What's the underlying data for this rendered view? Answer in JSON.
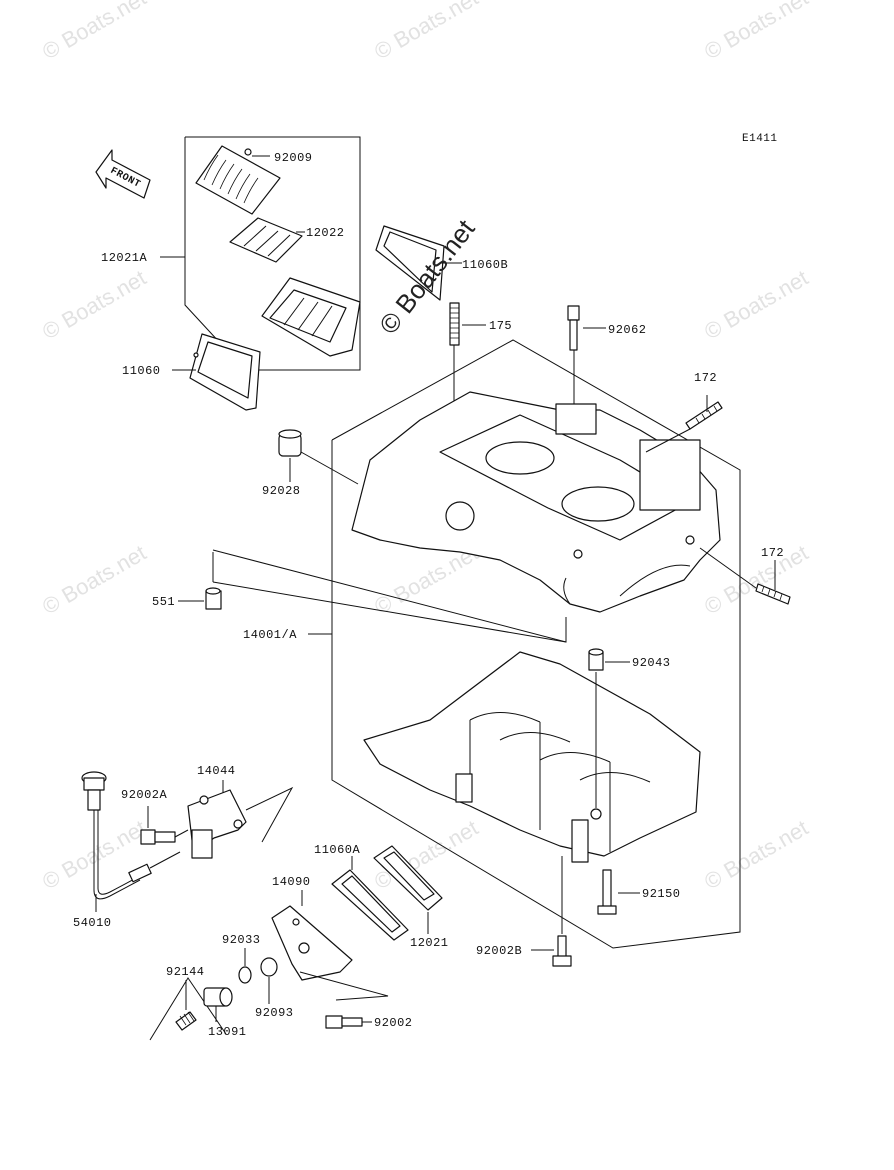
{
  "diagram_code": "E1411",
  "front_label": "FRONT",
  "watermark": "© Boats.net",
  "overlay_watermark": "© Boats.net",
  "parts": {
    "p92009": "92009",
    "p12022": "12022",
    "p12021A": "12021A",
    "p11060B": "11060B",
    "p175": "175",
    "p92062": "92062",
    "p11060": "11060",
    "p172a": "172",
    "p92028": "92028",
    "p172b": "172",
    "p551": "551",
    "p14001A": "14001/A",
    "p92043": "92043",
    "p14044": "14044",
    "p92002A": "92002A",
    "p11060A": "11060A",
    "p14090": "14090",
    "p54010": "54010",
    "p92150": "92150",
    "p92033": "92033",
    "p12021": "12021",
    "p92002B": "92002B",
    "p92144": "92144",
    "p92093": "92093",
    "p13091": "13091",
    "p92002": "92002"
  }
}
